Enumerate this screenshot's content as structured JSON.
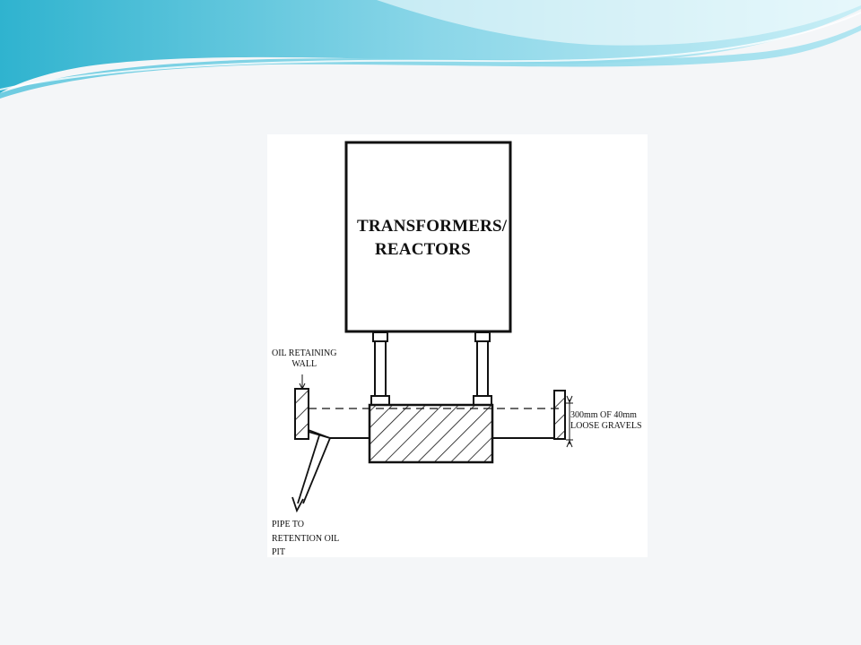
{
  "slide": {
    "background_color": "#f4f6f8",
    "banner_colors": [
      "#29a9c9",
      "#8fd6e6",
      "#ffffff"
    ]
  },
  "diagram": {
    "box_label_line1": "TRANSFORMERS/",
    "box_label_line2": "REACTORS",
    "wall_label_line1": "OIL RETAINING",
    "wall_label_line2": "WALL",
    "gravel_label_line1": "300mm OF 40mm",
    "gravel_label_line2": "LOOSE GRAVELS",
    "pipe_label_line1": "PIPE TO",
    "pipe_label_line2": "RETENTION OIL",
    "pipe_label_line3": "PIT",
    "hatch": "diagonal"
  }
}
